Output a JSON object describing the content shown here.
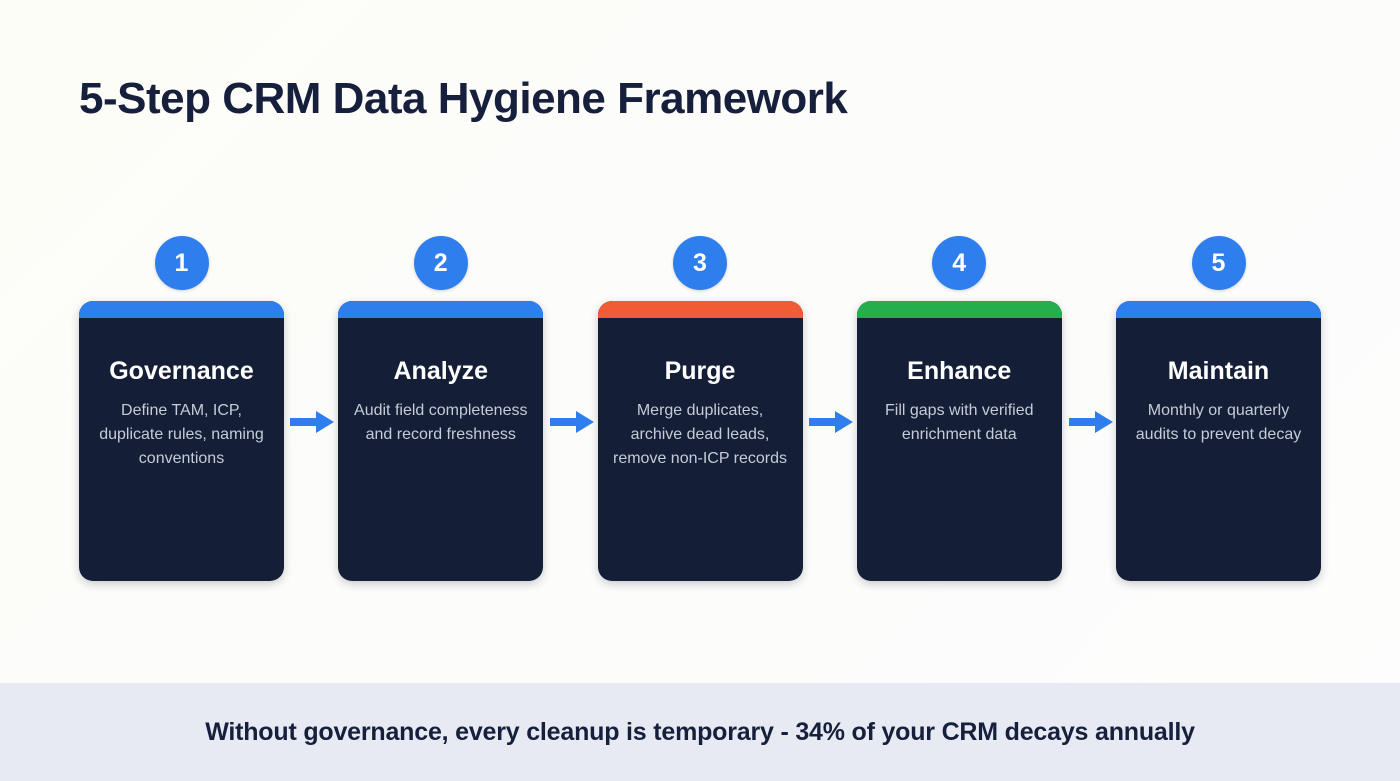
{
  "title": "5-Step CRM Data Hygiene Framework",
  "colors": {
    "background": "#fdfdf8",
    "title_text": "#16203c",
    "card_body": "#141e36",
    "card_title_text": "#ffffff",
    "card_desc_text": "#c6cbd7",
    "badge": "#2f7eee",
    "arrow": "#2f7eee",
    "accent_blue": "#2f7eee",
    "accent_orange": "#f15b35",
    "accent_green": "#25ae4d",
    "footer_band": "#e7eaf2",
    "footer_text": "#16203c"
  },
  "steps": [
    {
      "number": "1",
      "title": "Governance",
      "description": "Define TAM, ICP, duplicate rules, naming conventions",
      "accent": "#2f7eee"
    },
    {
      "number": "2",
      "title": "Analyze",
      "description": "Audit field completeness and record freshness",
      "accent": "#2f7eee"
    },
    {
      "number": "3",
      "title": "Purge",
      "description": "Merge duplicates, archive dead leads, remove non-ICP records",
      "accent": "#f15b35"
    },
    {
      "number": "4",
      "title": "Enhance",
      "description": "Fill gaps with verified enrichment data",
      "accent": "#25ae4d"
    },
    {
      "number": "5",
      "title": "Maintain",
      "description": "Monthly or quarterly audits to prevent decay",
      "accent": "#2f7eee"
    }
  ],
  "connectors": [
    {
      "icon": "arrow-right-icon"
    },
    {
      "icon": "arrow-right-icon"
    },
    {
      "icon": "arrow-right-icon"
    },
    {
      "icon": "arrow-right-icon"
    }
  ],
  "footer": {
    "text": "Without governance, every cleanup is temporary - 34% of your CRM decays annually"
  }
}
